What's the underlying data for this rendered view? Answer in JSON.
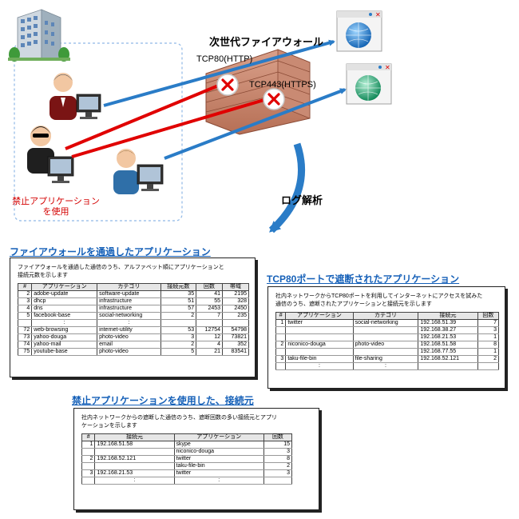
{
  "labels": {
    "ngfw": "次世代ファイアウォール",
    "tcp80": "TCP80(HTTP)",
    "tcp443": "TCP443(HTTPS)",
    "log_analysis": "ログ解析",
    "prohibited_line1": "禁止アプリケーション",
    "prohibited_line2": "を使用"
  },
  "colors": {
    "blue_arrow": "#2a7cc7",
    "red_arrow": "#e00000",
    "title_blue": "#1560b8",
    "red_text": "#d40000"
  },
  "icons": [
    "office-building-icon",
    "user-icon",
    "computer-icon",
    "firewall-brick-wall-icon",
    "blocked-x-icon",
    "globe-window-icon",
    "curved-arrow-icon"
  ],
  "passed": {
    "title": "ファイアウォールを通過したアプリケーション",
    "desc_line1": "ファイアウォールを通過した通信のうち、アルファベット順にアプリケーションと",
    "desc_line2": "接続元数を示します",
    "headers": [
      "#",
      "アプリケーション",
      "カテゴリ",
      "接続元数",
      "回数",
      "帯域"
    ],
    "rows": [
      [
        "2",
        "adobe-update",
        "software-update",
        "35",
        "41",
        "2195"
      ],
      [
        "3",
        "dhcp",
        "infrastructure",
        "51",
        "55",
        "328"
      ],
      [
        "4",
        "dns",
        "infrastructure",
        "57",
        "2453",
        "2450"
      ],
      [
        "5",
        "facebook-base",
        "social-networking",
        "2",
        "7",
        "235"
      ],
      [
        "",
        ":",
        ":",
        "",
        "",
        ""
      ],
      [
        "72",
        "web-browsing",
        "internet-utility",
        "53",
        "12754",
        "54798"
      ],
      [
        "73",
        "yahoo-douga",
        "photo-video",
        "3",
        "12",
        "73821"
      ],
      [
        "74",
        "yahoo-mail",
        "email",
        "2",
        "4",
        "352"
      ],
      [
        "75",
        "youtube-base",
        "photo-video",
        "5",
        "21",
        "83541"
      ]
    ]
  },
  "blocked80": {
    "title": "TCP80ポートで遮断されたアプリケーション",
    "desc_line1": "社内ネットワークからTCP80ポートを利用してインターネットにアクセスを試みた",
    "desc_line2": "通信のうち、遮断されたアプリケーションと接続元を示します",
    "headers": [
      "#",
      "アプリケーション",
      "カテゴリ",
      "接続元",
      "回数"
    ],
    "rows": [
      [
        "1",
        "twitter",
        "social-networking",
        "192.168.51.39",
        "7"
      ],
      [
        "",
        "",
        "",
        "192.168.38.27",
        "3"
      ],
      [
        "",
        "",
        "",
        "192.168.21.53",
        "1"
      ],
      [
        "2",
        "niconico-douga",
        "photo-video",
        "192.168.51.58",
        "8"
      ],
      [
        "",
        "",
        "",
        "192.168.77.55",
        "1"
      ],
      [
        "3",
        "taku-file-bin",
        "file-sharing",
        "192.168.52.121",
        "2"
      ],
      [
        "",
        ":",
        ":",
        "",
        ""
      ]
    ]
  },
  "prohibited": {
    "title": "禁止アプリケーションを使用した、接続元",
    "desc_line1": "社内ネットワークからの遮断した通信のうち、遮断回数の多い接続元とアプリ",
    "desc_line2": "ケーションを示します",
    "headers": [
      "#",
      "接続元",
      "アプリケーション",
      "回数"
    ],
    "rows": [
      [
        "1",
        "192.168.51.58",
        "skype",
        "15"
      ],
      [
        "",
        "",
        "niconico-douga",
        "3"
      ],
      [
        "2",
        "192.168.52.121",
        "twitter",
        "8"
      ],
      [
        "",
        "",
        "taku-file-bin",
        "2"
      ],
      [
        "3",
        "192.168.21.53",
        "twitter",
        "3"
      ],
      [
        "",
        ":",
        ":",
        ""
      ]
    ]
  }
}
